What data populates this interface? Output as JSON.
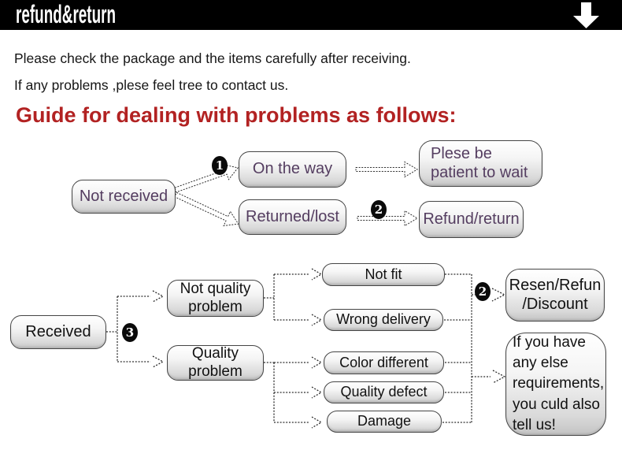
{
  "banner": {
    "title": "refund&return",
    "bg": "#000000"
  },
  "intro": {
    "line1": "Please check the package and the items carefully after receiving.",
    "line2": "If any problems ,plese feel tree to contact us."
  },
  "heading": {
    "text": "Guide for dealing with problems as follows:",
    "color": "#b22222"
  },
  "flow1": {
    "badge_1": "1",
    "badge_2": "2",
    "not_received": "Not received",
    "on_the_way": "On the way",
    "returned_lost": "Returned/lost",
    "patient_wait": "Plese be\npatient to wait",
    "refund_return": "Refund/return"
  },
  "flow2": {
    "badge_3": "3",
    "badge_2": "2",
    "received": "Received",
    "not_quality_problem": "Not quality\nproblem",
    "quality_problem": "Quality\nproblem",
    "not_fit": "Not fit",
    "wrong_delivery": "Wrong delivery",
    "color_different": "Color different",
    "quality_defect": "Quality defect",
    "damage": "Damage",
    "resen_refund_discount": "Resen/Refun\n/Discount",
    "other_requirements": "If you have\nany else\nrequirements,\nyou culd also\ntell us!"
  },
  "colors": {
    "banner_bg": "#000000",
    "heading_red": "#b22222",
    "flow1_text_purple": "#543d60",
    "flow2_text": "#111111",
    "box_border": "#454545"
  }
}
